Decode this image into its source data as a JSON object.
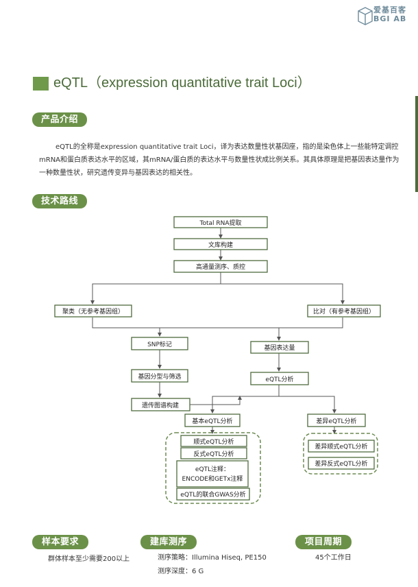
{
  "header": {
    "logo_text_line1": "爱基百客",
    "logo_text_line2": "BGI AB"
  },
  "title": "eQTL（expression quantitative trait Loci）",
  "sections": {
    "intro_label": "产品介绍",
    "route_label": "技术路线",
    "sample_label": "样本要求",
    "library_label": "建库测序",
    "cycle_label": "项目周期"
  },
  "intro_text": "eQTL的全称是expression quantitative trait Loci，译为表达数量性状基因座，指的是染色体上一些能特定调控mRNA和蛋白质表达水平的区域，其mRNA/蛋白质的表达水平与数量性状成比例关系。其具体原理是把基因表达量作为一种数量性状，研究遗传变异与基因表达的相关性。",
  "flowchart": {
    "total_rna": "Total RNA提取",
    "library": "文库构建",
    "sequencing": "高通量测序、质控",
    "clustering": "聚类（无参考基因组）",
    "alignment": "比对（有参考基因组）",
    "snp": "SNP标记",
    "genotyping": "基因分型与筛选",
    "genetic_map": "遗传图谱构建",
    "expression": "基因表达量",
    "eqtl_analysis": "eQTL分析",
    "basic_eqtl": "基本eQTL分析",
    "diff_eqtl": "差异eQTL分析",
    "cis_eqtl": "顺式eQTL分析",
    "trans_eqtl": "反式eQTL分析",
    "annotation_line1": "eQTL注释：",
    "annotation_line2": "ENCODE和GETx注释",
    "gwas": "eQTL的联合GWAS分析",
    "diff_cis": "差异顺式eQTL分析",
    "diff_trans": "差异反式eQTL分析"
  },
  "sample_text": "群体样本至少需要200以上",
  "library_strategy": "测序策略：Illumina Hiseq, PE150",
  "library_depth": "测序深度：6 G",
  "cycle_text": "45个工作日",
  "colors": {
    "accent": "#6b9148",
    "dark_green": "#4a6b38",
    "box_border": "#4f6b3d"
  }
}
